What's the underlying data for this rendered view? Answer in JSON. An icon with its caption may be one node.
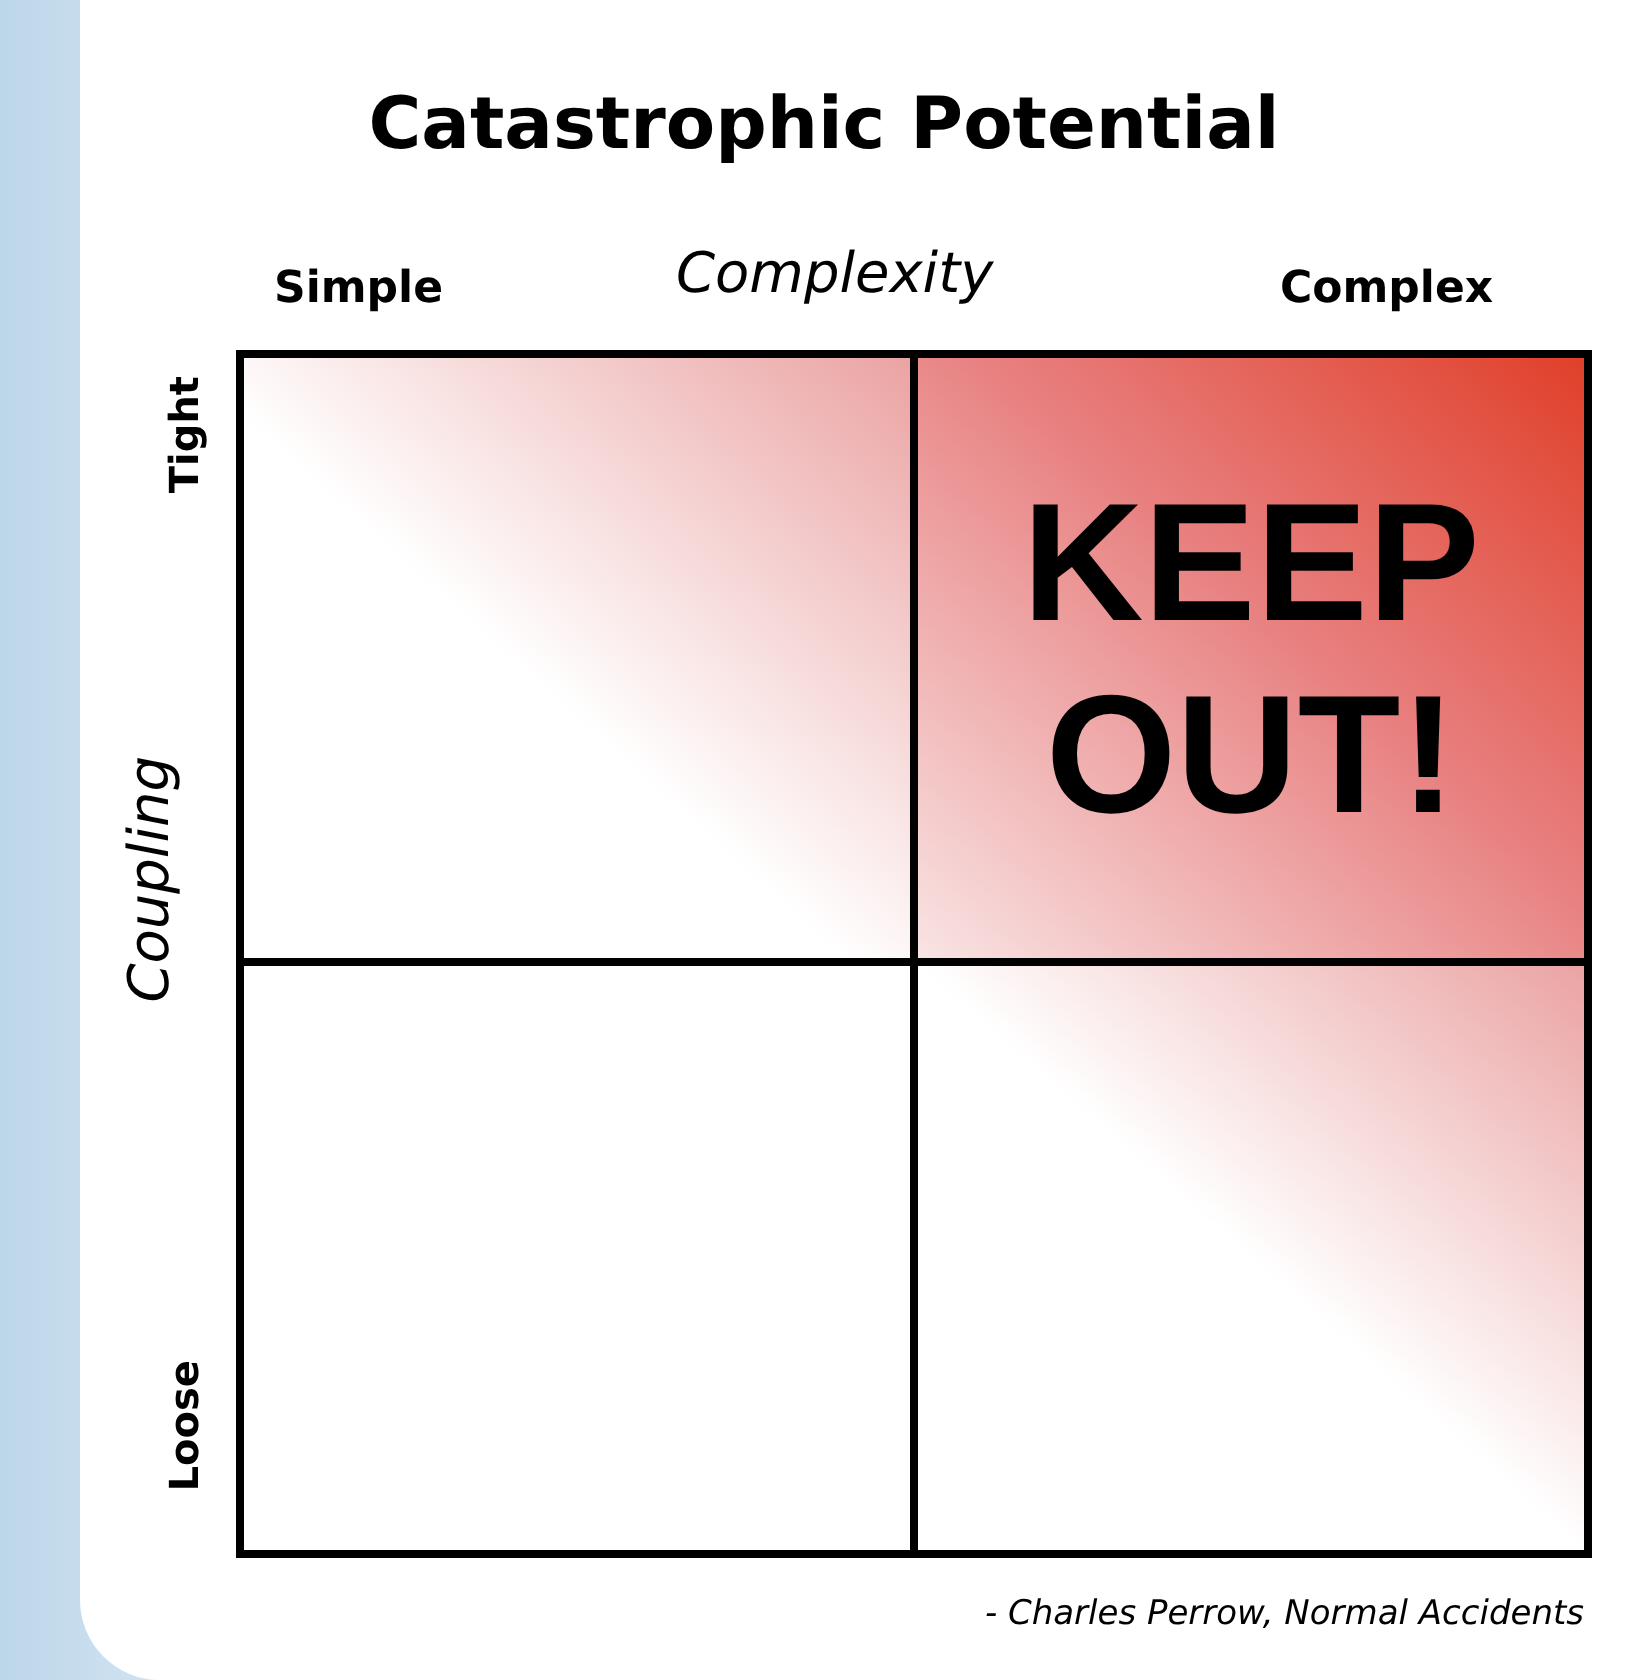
{
  "diagram": {
    "title": "Catastrophic Potential",
    "caption": "- Charles Perrow, Normal Accidents",
    "nodes": [
      {
        "text": [],
        "shape": "box"
      },
      {
        "text": [
          "KEEP OUT!"
        ]
      },
      {
        "text": [],
        "shape": "box"
      },
      {
        "text": [],
        "shape": "box"
      }
    ],
    "labels": [
      "Simple",
      "Complexity",
      "Complex",
      "Tight",
      "Coupling",
      "Loose"
    ]
  }
}
